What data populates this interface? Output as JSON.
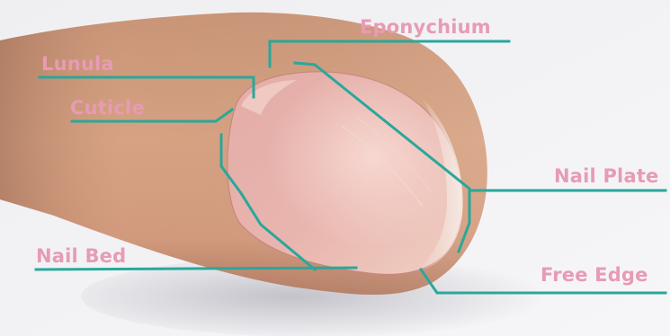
{
  "colors": {
    "label": "#e79bb4",
    "leader": "#2aa79b",
    "background": "#f4f4f6",
    "skin": "#cf9a7c",
    "nail": "#e7b0ac"
  },
  "labels": {
    "eponychium": "Eponychium",
    "lunula": "Lunula",
    "cuticle": "Cuticle",
    "nail_plate": "Nail Plate",
    "nail_bed": "Nail Bed",
    "free_edge": "Free Edge"
  }
}
